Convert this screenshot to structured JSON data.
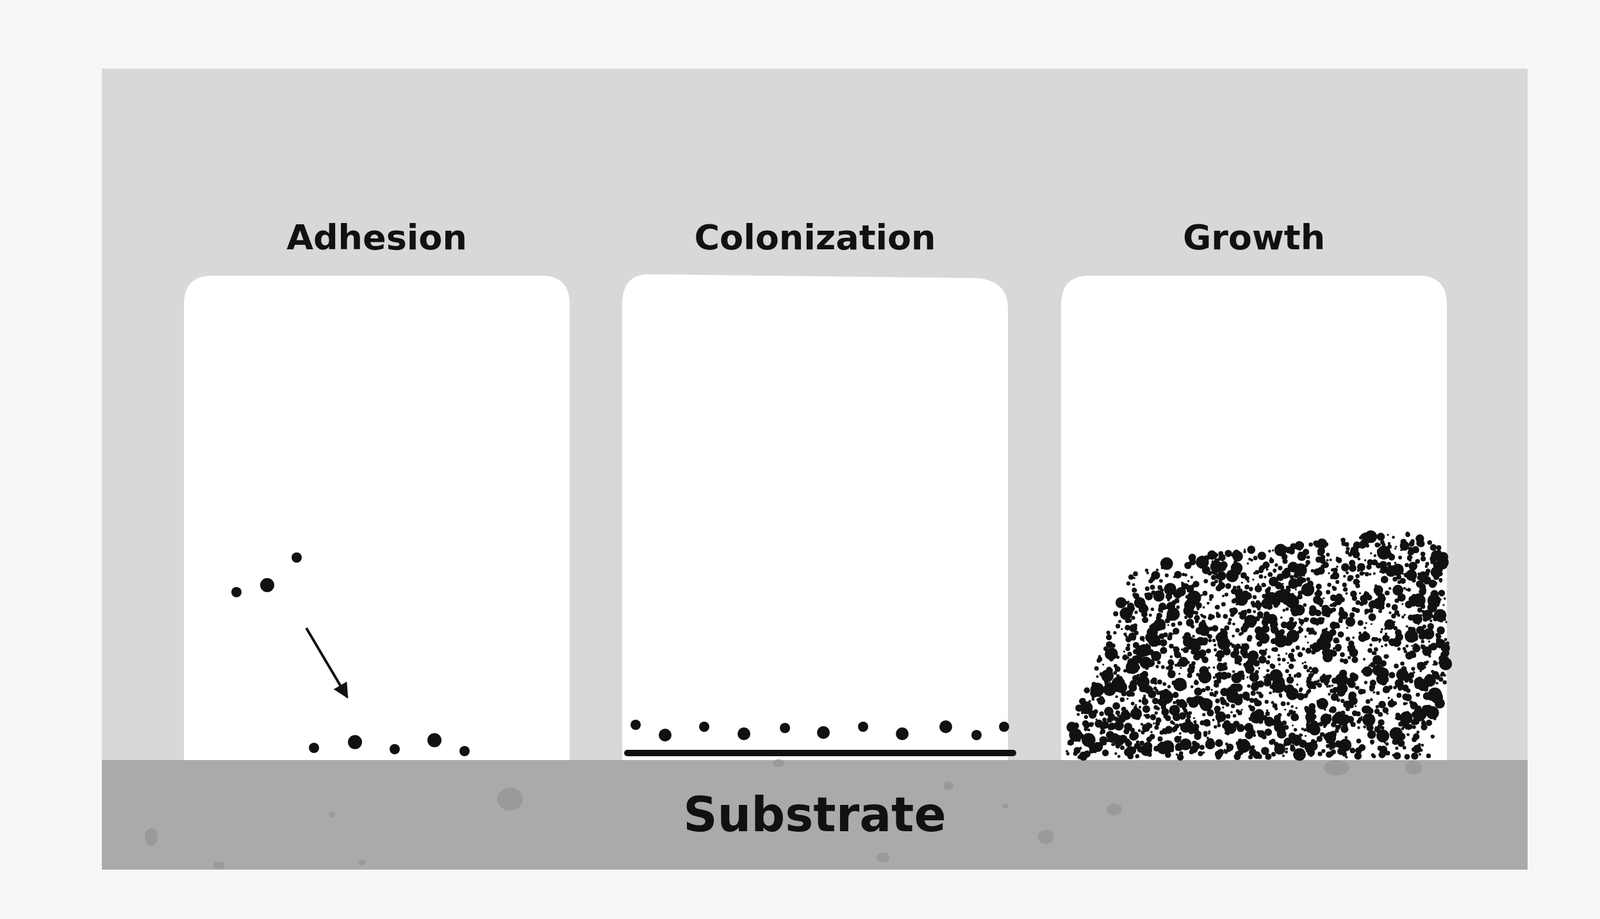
{
  "diagram": {
    "nodes": [
      {
        "text": [
          "Adhesion"
        ]
      },
      {
        "text": [
          "Colonization"
        ]
      },
      {
        "text": [
          "Growth"
        ]
      },
      {
        "text": [
          "Substrate"
        ]
      }
    ]
  }
}
